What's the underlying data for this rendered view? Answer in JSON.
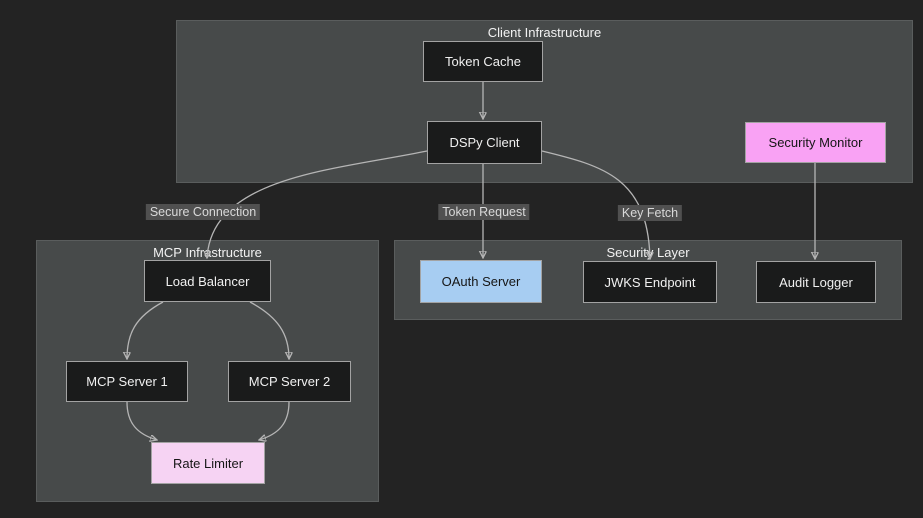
{
  "diagram": {
    "type": "flowchart",
    "containers": [
      {
        "id": "client-infrastructure",
        "title": "Client Infrastructure"
      },
      {
        "id": "mcp-infrastructure",
        "title": "MCP Infrastructure"
      },
      {
        "id": "security-layer",
        "title": "Security Layer"
      }
    ],
    "nodes": [
      {
        "id": "token-cache",
        "label": "Token Cache",
        "container": "client-infrastructure",
        "style": "default"
      },
      {
        "id": "dspy-client",
        "label": "DSPy Client",
        "container": "client-infrastructure",
        "style": "default"
      },
      {
        "id": "security-monitor",
        "label": "Security Monitor",
        "container": "client-infrastructure",
        "style": "pink"
      },
      {
        "id": "load-balancer",
        "label": "Load Balancer",
        "container": "mcp-infrastructure",
        "style": "default"
      },
      {
        "id": "mcp-server-1",
        "label": "MCP Server 1",
        "container": "mcp-infrastructure",
        "style": "default"
      },
      {
        "id": "mcp-server-2",
        "label": "MCP Server 2",
        "container": "mcp-infrastructure",
        "style": "default"
      },
      {
        "id": "rate-limiter",
        "label": "Rate Limiter",
        "container": "mcp-infrastructure",
        "style": "light-pink"
      },
      {
        "id": "oauth-server",
        "label": "OAuth Server",
        "container": "security-layer",
        "style": "blue"
      },
      {
        "id": "jwks-endpoint",
        "label": "JWKS Endpoint",
        "container": "security-layer",
        "style": "default"
      },
      {
        "id": "audit-logger",
        "label": "Audit Logger",
        "container": "security-layer",
        "style": "default"
      }
    ],
    "edges": [
      {
        "from": "token-cache",
        "to": "dspy-client",
        "label": ""
      },
      {
        "from": "dspy-client",
        "to": "load-balancer",
        "label": "Secure Connection"
      },
      {
        "from": "dspy-client",
        "to": "oauth-server",
        "label": "Token Request"
      },
      {
        "from": "dspy-client",
        "to": "jwks-endpoint",
        "label": "Key Fetch"
      },
      {
        "from": "security-monitor",
        "to": "audit-logger",
        "label": ""
      },
      {
        "from": "load-balancer",
        "to": "mcp-server-1",
        "label": ""
      },
      {
        "from": "load-balancer",
        "to": "mcp-server-2",
        "label": ""
      },
      {
        "from": "mcp-server-1",
        "to": "rate-limiter",
        "label": ""
      },
      {
        "from": "mcp-server-2",
        "to": "rate-limiter",
        "label": ""
      }
    ],
    "colors": {
      "canvas_bg": "#232323",
      "container_fill": "#474a4a",
      "container_border": "#5a5d5d",
      "node_fill": "#1a1b1b",
      "node_border": "#a3a3a3",
      "node_text": "#f0f0f0",
      "pink_fill": "#f9a2f4",
      "light_pink_fill": "#f6d3f3",
      "blue_fill": "#a7cdf2",
      "edge_color": "#b5b5b5",
      "label_bg": "#505050",
      "label_text": "#d9d9d9"
    }
  }
}
